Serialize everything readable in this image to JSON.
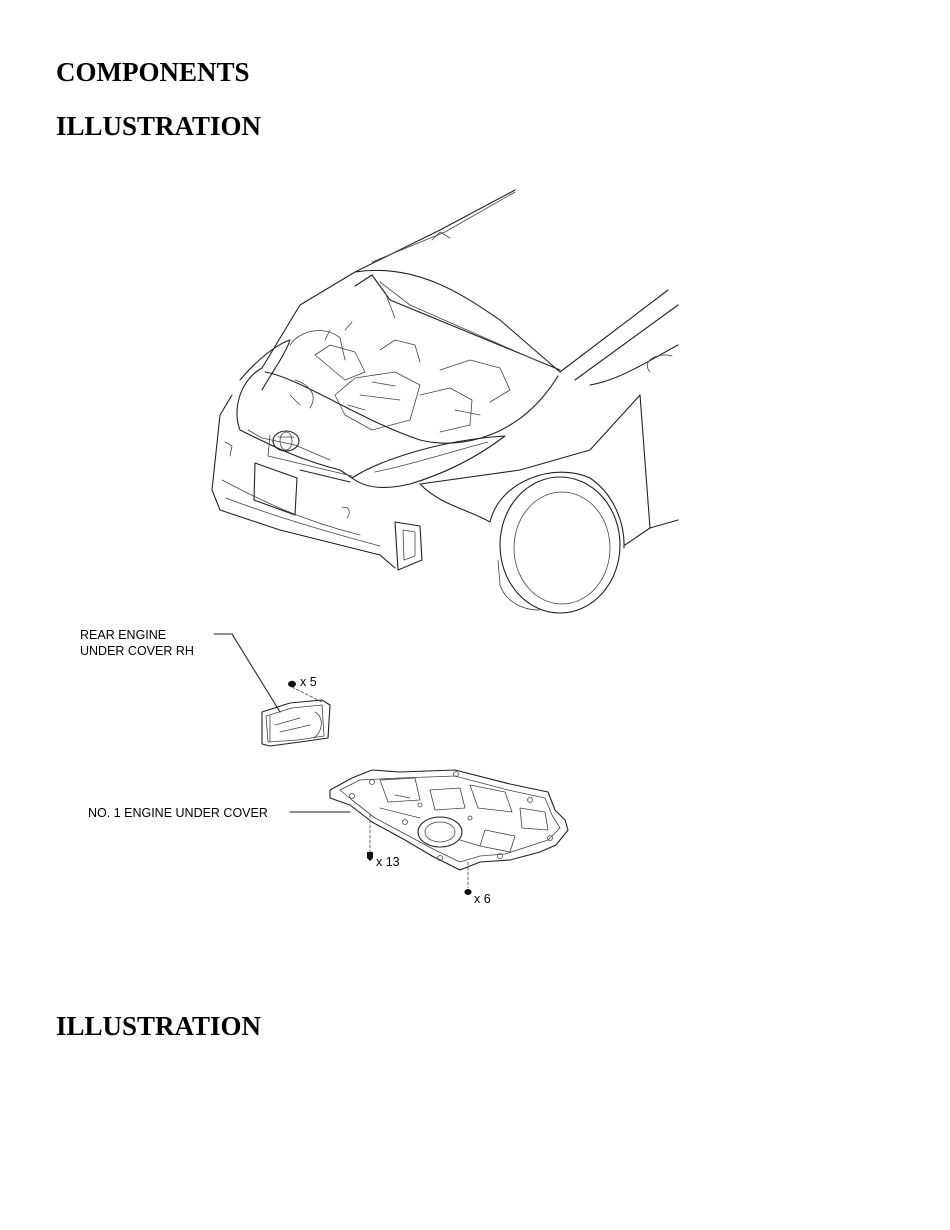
{
  "headings": {
    "components": "COMPONENTS",
    "illustration_1": "ILLUSTRATION",
    "illustration_2": "ILLUSTRATION"
  },
  "figure": {
    "labels": {
      "rear_cover_line1": "REAR ENGINE",
      "rear_cover_line2": "UNDER COVER RH",
      "no1_cover": "NO. 1 ENGINE UNDER COVER",
      "qty_5": "x 5",
      "qty_13": "x 13",
      "qty_6": "x 6"
    }
  }
}
